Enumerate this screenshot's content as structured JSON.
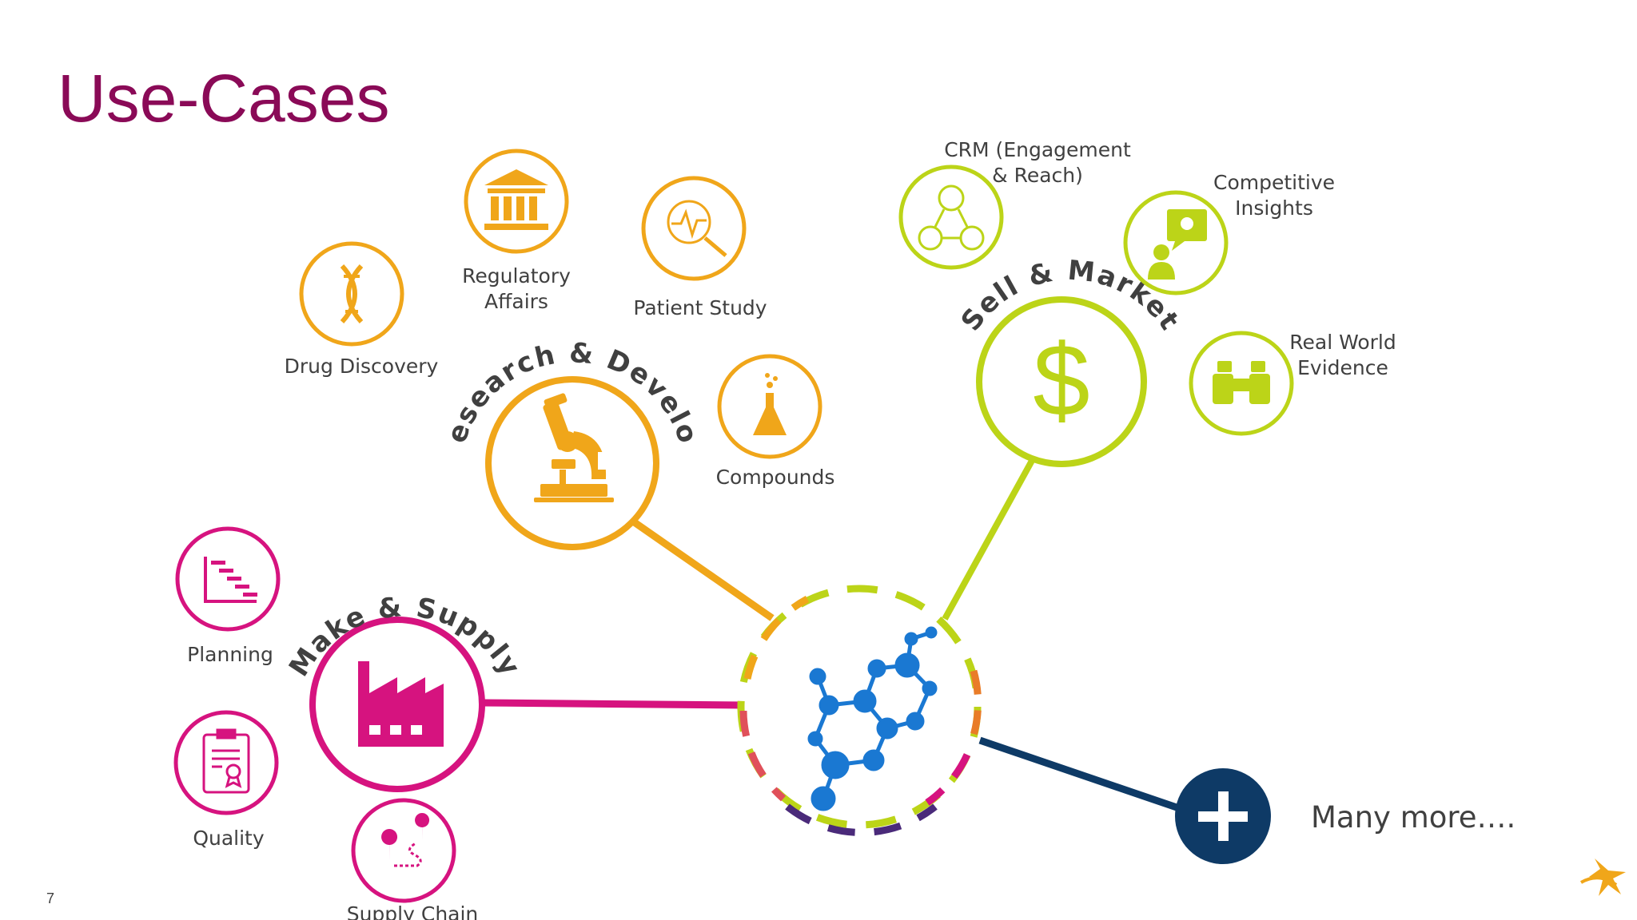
{
  "title": "Use-Cases",
  "page_number": "7",
  "colors": {
    "title": "#8a0a57",
    "research": "#f0a61a",
    "sell": "#bcd418",
    "make": "#d6137f",
    "more": "#0e3a66",
    "text": "#404040",
    "molecule": "#1a78d2"
  },
  "hubs": {
    "research": {
      "label": "Research & Develop",
      "icon": "microscope-icon"
    },
    "sell": {
      "label": "Sell & Market",
      "icon": "dollar-icon"
    },
    "make": {
      "label": "Make & Supply",
      "icon": "factory-icon"
    },
    "more": {
      "label": "Many more….",
      "icon": "plus-icon"
    }
  },
  "use_cases": {
    "drug_discovery": {
      "label": "Drug Discovery",
      "icon": "dna-icon"
    },
    "regulatory_line1": "Regulatory",
    "regulatory_line2": "Affairs",
    "regulatory_icon": "building-icon",
    "patient_study": {
      "label": "Patient Study",
      "icon": "magnifier-heartbeat-icon"
    },
    "compounds": {
      "label": "Compounds",
      "icon": "flask-icon"
    },
    "crm_line1": "CRM (Engagement",
    "crm_line2": "& Reach)",
    "crm_icon": "people-network-icon",
    "competitive_line1": "Competitive",
    "competitive_line2": "Insights",
    "competitive_icon": "idea-presenter-icon",
    "rwe_line1": "Real World",
    "rwe_line2": "Evidence",
    "rwe_icon": "binoculars-icon",
    "planning": {
      "label": "Planning",
      "icon": "gantt-chart-icon"
    },
    "quality": {
      "label": "Quality",
      "icon": "certificate-clipboard-icon"
    },
    "supply_chain": {
      "label": "Supply Chain",
      "icon": "route-pins-icon"
    }
  },
  "center_icon": "molecule-icon",
  "logo_icon": "company-logo-icon"
}
